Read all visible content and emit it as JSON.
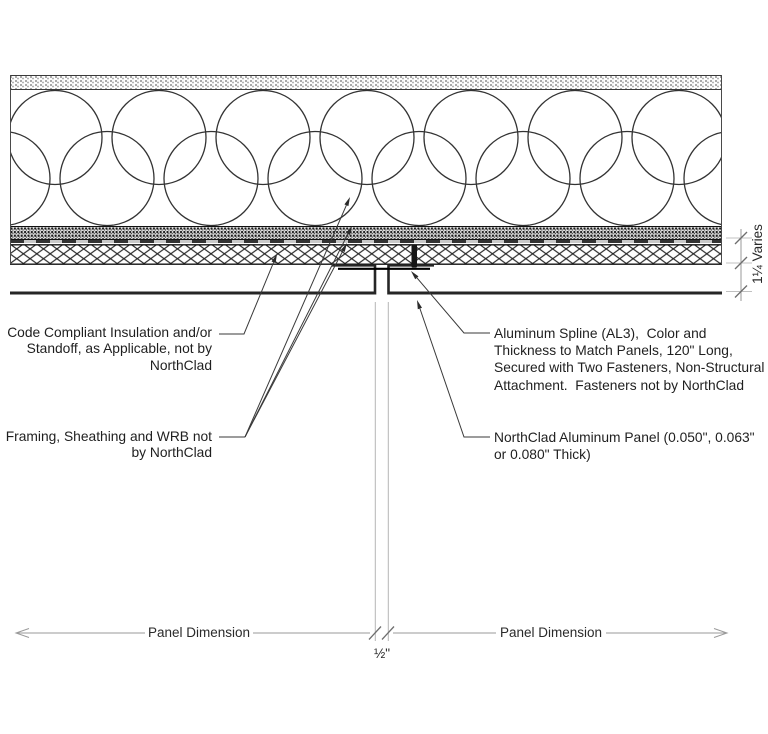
{
  "drawing": {
    "notes": {
      "insulation_standoff": "Code Compliant Insulation and/or\nStandoff, as Applicable, not by\nNorthClad",
      "framing_wrb": "Framing, Sheathing and WRB not\nby NorthClad",
      "spline": "Aluminum Spline (AL3),  Color and\nThickness to Match Panels, 120\" Long,\nSecured with Two Fasteners, Non-Structural\nAttachment.  Fasteners not by NorthClad",
      "panel": "NorthClad Aluminum Panel (0.050\", 0.063\"\nor 0.080\" Thick)"
    },
    "dimensions": {
      "panel_left": "Panel Dimension",
      "panel_right": "Panel Dimension",
      "joint_width": "½\"",
      "assembly_depth": "1¼ Varies"
    },
    "colors": {
      "linework": "#2a2a2a",
      "dimension_lines": "#9a9a9a",
      "text": "#1f1f1f",
      "background": "#ffffff"
    }
  }
}
